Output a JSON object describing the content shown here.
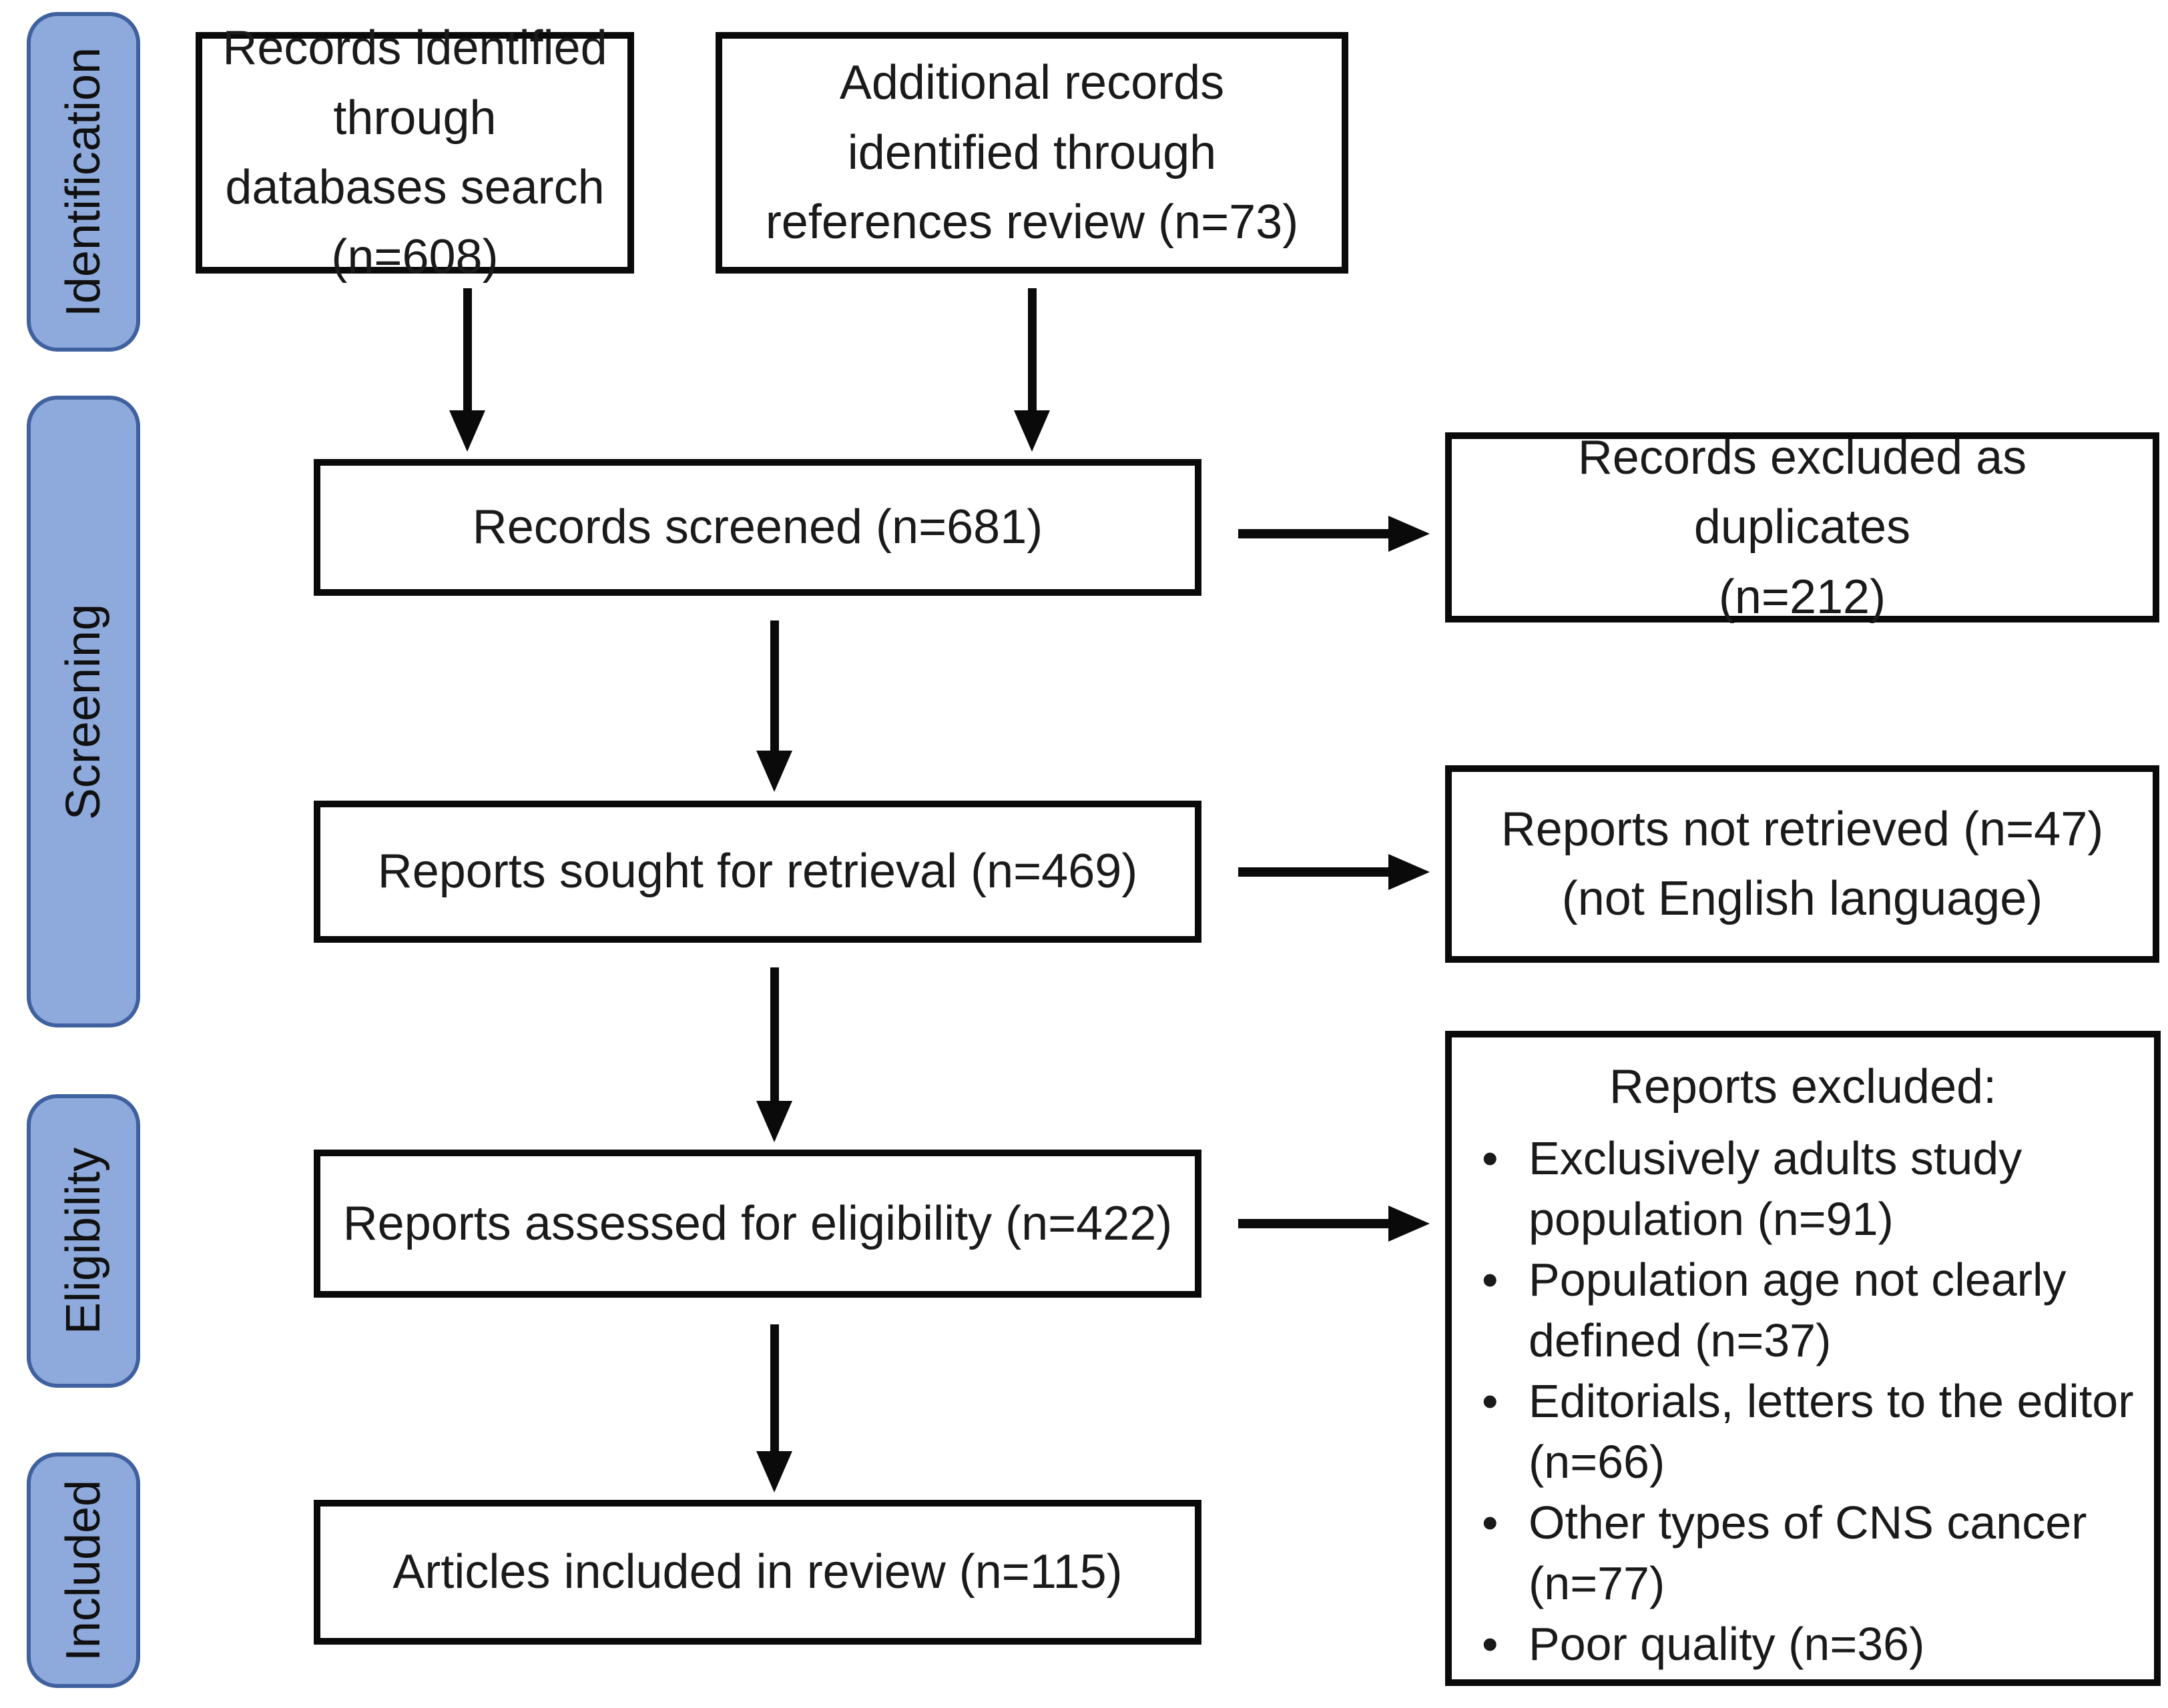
{
  "colors": {
    "stage_fill": "#8EA9DB",
    "stage_border": "#40619F",
    "box_border": "#0A0A0A",
    "arrow": "#0A0A0A",
    "background": "#FFFFFF",
    "text": "#1A1A1A"
  },
  "stages": [
    {
      "label": "Identification"
    },
    {
      "label": "Screening"
    },
    {
      "label": "Eligibility"
    },
    {
      "label": "Included"
    }
  ],
  "flow": {
    "identified_databases": "Records identified through databases search (n=608)",
    "identified_references": "Additional records identified through references review (n=73)",
    "records_screened": "Records screened (n=681)",
    "reports_sought": "Reports sought for retrieval (n=469)",
    "reports_assessed": "Reports assessed for eligibility (n=422)",
    "articles_included": "Articles included in review (n=115)"
  },
  "side_outputs": {
    "duplicates": {
      "line1": "Records excluded as duplicates",
      "line2": "(n=212)"
    },
    "not_retrieved": {
      "line1": "Reports not retrieved (n=47)",
      "line2": "(not English language)"
    },
    "excluded": {
      "heading": "Reports excluded:",
      "items": [
        "Exclusively adults study population (n=91)",
        "Population age not clearly defined (n=37)",
        "Editorials, letters to the editor (n=66)",
        "Other types of CNS cancer (n=77)",
        "Poor quality (n=36)"
      ]
    }
  }
}
